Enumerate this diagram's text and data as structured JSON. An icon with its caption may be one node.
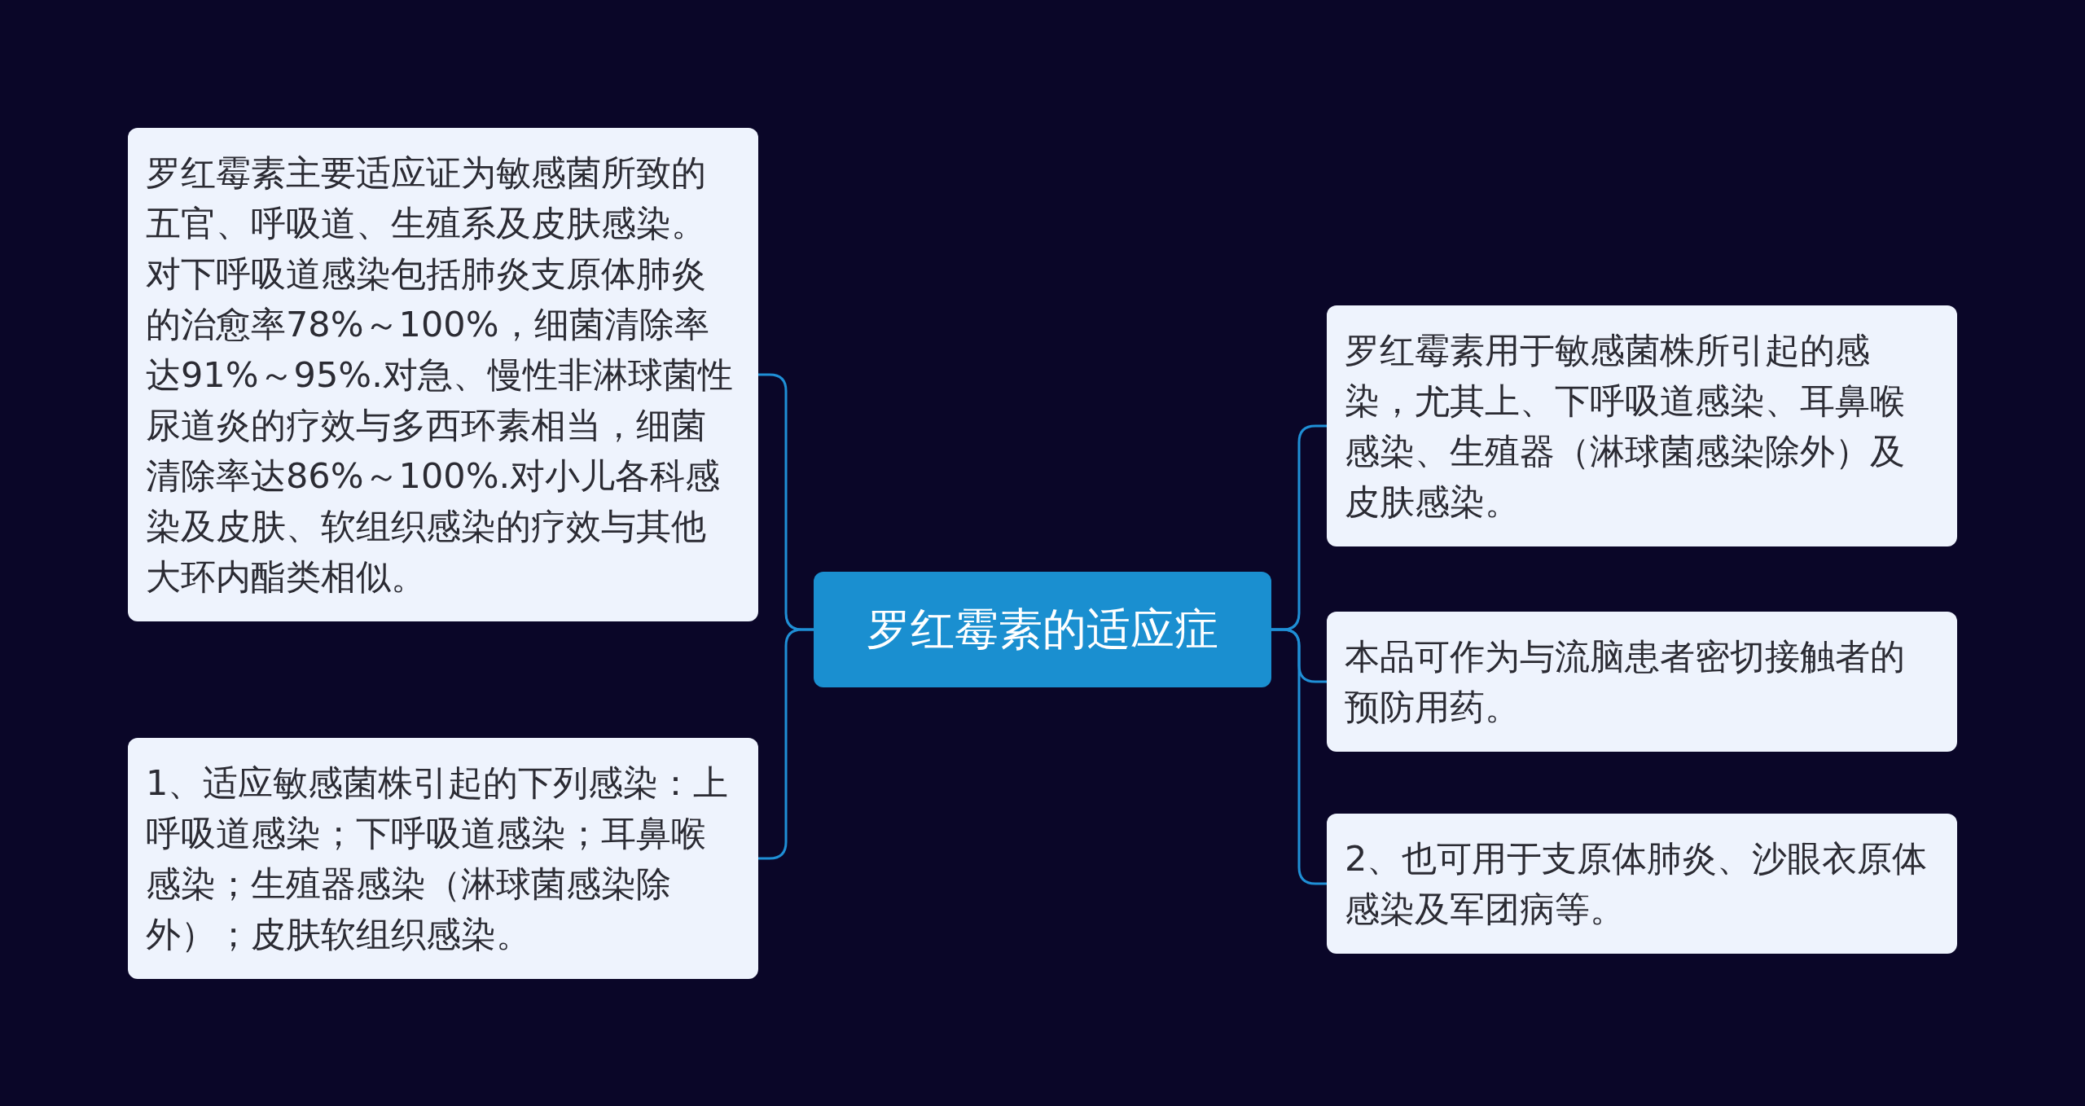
{
  "diagram": {
    "nodes": [
      {
        "text": [
          "罗红霉素的适应症"
        ]
      },
      {
        "text": [
          "罗红霉素主要适应证为敏感菌所致的五官、呼吸道、生殖系及皮肤感染。对下呼吸道感染包括肺炎支原体肺炎的治愈率78%～100%，细菌清除率达91%～95%.对急、慢性非淋球菌性尿道炎的疗效与多西环素相当，细菌清除率达86%～100%.对小儿各科感染及皮肤、软组织感染的疗效与其他大环内酯类相似。"
        ]
      },
      {
        "text": [
          "1、适应敏感菌株引起的下列感染：上呼吸道感染；下呼吸道感染；耳鼻喉感染；生殖器感染（淋球菌感染除外）；皮肤软组织感染。"
        ]
      },
      {
        "text": [
          "罗红霉素用于敏感菌株所引起的感染，尤其上、下呼吸道感染、耳鼻喉感染、生殖器（淋球菌感染除外）及皮肤感染。"
        ]
      },
      {
        "text": [
          "本品可作为与流脑患者密切接触者的预防用药。"
        ]
      },
      {
        "text": [
          "2、也可用于支原体肺炎、沙眼衣原体感染及军团病等。"
        ]
      }
    ],
    "edges": [
      {
        "from": 0,
        "to": 1,
        "arrow": "none"
      },
      {
        "from": 0,
        "to": 2,
        "arrow": "none"
      },
      {
        "from": 0,
        "to": 3,
        "arrow": "none"
      },
      {
        "from": 0,
        "to": 4,
        "arrow": "none"
      },
      {
        "from": 0,
        "to": 5,
        "arrow": "none"
      }
    ]
  }
}
